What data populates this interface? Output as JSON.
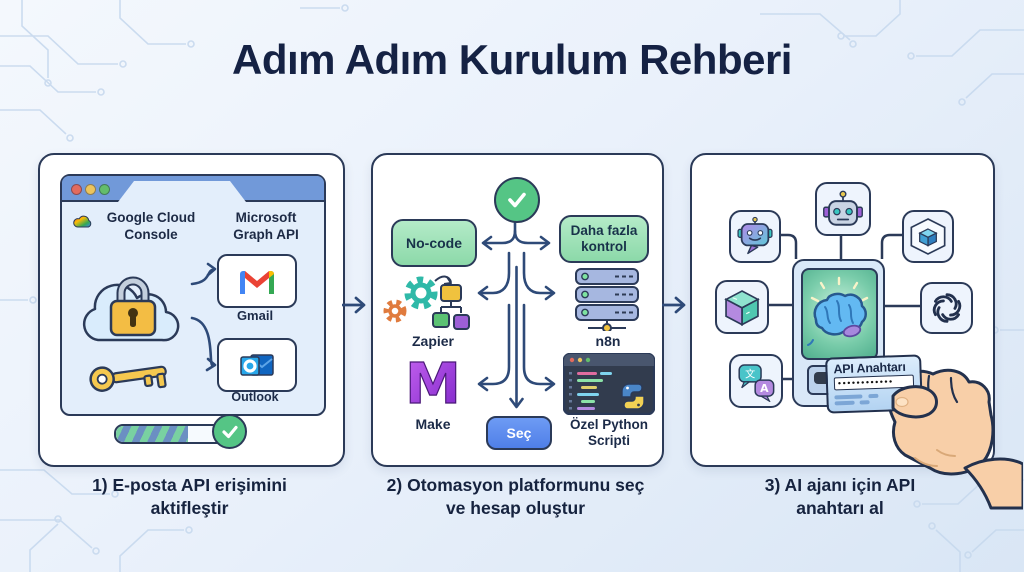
{
  "title": "Adım Adım Kurulum Rehberi",
  "colors": {
    "navy_outline": "#2b3a58",
    "arrow_blue": "#2e4a78",
    "success_green": "#55c585",
    "option_green": "#8cd9a9",
    "button_blue": "#4f7fe8",
    "card_blue": "#b3d3f2"
  },
  "step1": {
    "browser": {
      "left_site": "Google Cloud Console",
      "right_site": "Microsoft Graph API",
      "gmail": "Gmail",
      "outlook": "Outlook"
    },
    "caption": "1) E-posta API erişimini aktifleştir"
  },
  "step2": {
    "option_left": "No-code",
    "option_right": "Daha fazla kontrol",
    "tools": {
      "zapier": "Zapier",
      "n8n": "n8n",
      "make": "Make",
      "python": "Özel Python Scripti"
    },
    "make_letter": "M",
    "select": "Seç",
    "caption": "2) Otomasyon platformunu seç ve hesap oluştur"
  },
  "step3": {
    "card": {
      "title": "API Anahtarı",
      "masked_value": "••••••••••••"
    },
    "translate": {
      "primary": "文",
      "secondary": "A"
    },
    "caption": "3) AI ajanı için API anahtarı al"
  }
}
